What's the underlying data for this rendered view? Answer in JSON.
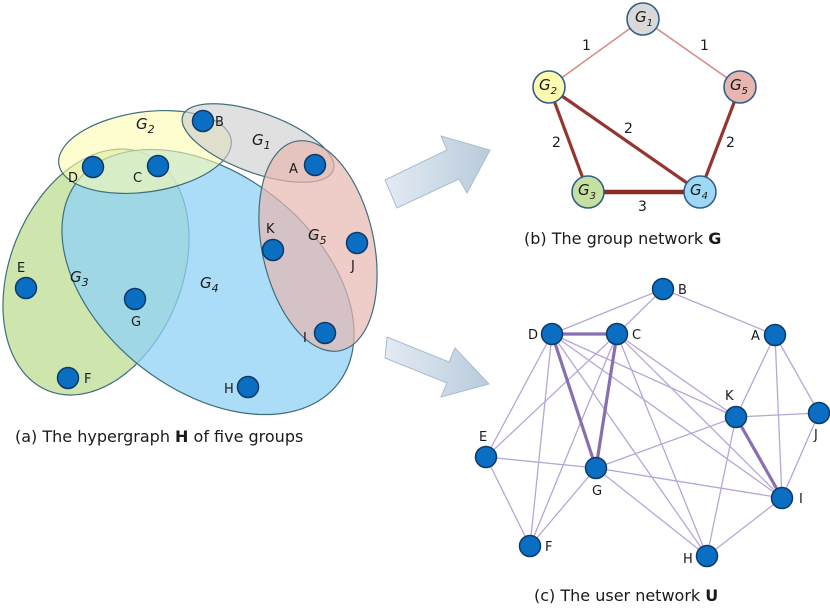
{
  "panel_a": {
    "caption_pre": "(a) The hypergraph ",
    "caption_bold": "H",
    "caption_post": " of five groups",
    "group_labels": {
      "g1": "G1",
      "g2": "G2",
      "g3": "G3",
      "g4": "G4",
      "g5": "G5"
    },
    "node_labels": {
      "A": "A",
      "B": "B",
      "C": "C",
      "D": "D",
      "E": "E",
      "F": "F",
      "G": "G",
      "H": "H",
      "I": "I",
      "J": "J",
      "K": "K"
    },
    "group_colors": {
      "g1": "#d9d9d9",
      "g2": "#fdfbb0",
      "g3": "#c5e0a0",
      "g4": "#9fd8f5",
      "g5": "#e7b6b0"
    }
  },
  "panel_b": {
    "caption_pre": "(b) The group network ",
    "caption_bold": "G",
    "nodes": {
      "g1": "G1",
      "g2": "G2",
      "g3": "G3",
      "g4": "G4",
      "g5": "G5"
    },
    "edges": [
      {
        "from": "g1",
        "to": "g2",
        "weight": "1"
      },
      {
        "from": "g1",
        "to": "g5",
        "weight": "1"
      },
      {
        "from": "g2",
        "to": "g3",
        "weight": "2"
      },
      {
        "from": "g2",
        "to": "g4",
        "weight": "2"
      },
      {
        "from": "g5",
        "to": "g4",
        "weight": "2"
      },
      {
        "from": "g3",
        "to": "g4",
        "weight": "3"
      }
    ]
  },
  "panel_c": {
    "caption_pre": "(c) The user network ",
    "caption_bold": "U",
    "node_labels": {
      "A": "A",
      "B": "B",
      "C": "C",
      "D": "D",
      "E": "E",
      "F": "F",
      "G": "G",
      "H": "H",
      "I": "I",
      "J": "J",
      "K": "K"
    },
    "strong_edges": [
      [
        "D",
        "C"
      ],
      [
        "D",
        "G"
      ],
      [
        "C",
        "G"
      ],
      [
        "K",
        "I"
      ]
    ]
  }
}
